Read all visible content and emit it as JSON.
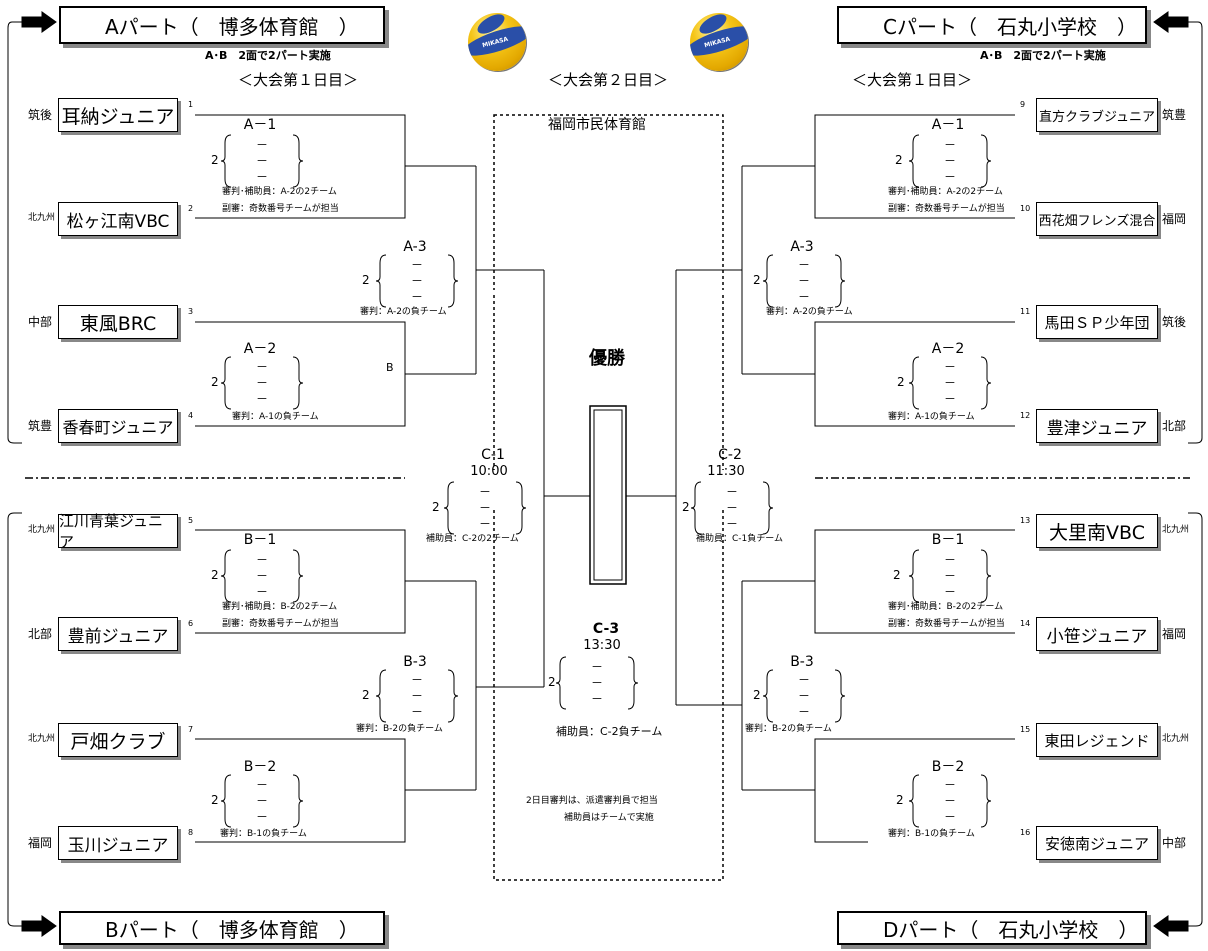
{
  "parts": {
    "A": {
      "label": "Aパート（　博多体育館　）"
    },
    "B": {
      "label": "Bパート（　博多体育館　）"
    },
    "C": {
      "label": "Cパート（　石丸小学校　）"
    },
    "D": {
      "label": "Dパート（　石丸小学校　）"
    }
  },
  "notes": {
    "ab_two_courts": "A･B　2面で2パート実施",
    "cd_two_courts": "A･B　2面で2パート実施",
    "day1_left": "＜大会第１日目＞",
    "day1_right": "＜大会第１日目＞",
    "day2": "＜大会第２日目＞",
    "venue_day2": "福岡市民体育館",
    "champion": "優勝",
    "day2_ref_1": "2日目審判は、派遣審判員で担当",
    "day2_ref_2": "補助員はチームで実施",
    "b_mark": "B"
  },
  "ball": {
    "logo": "MIKASA"
  },
  "teams": [
    {
      "num": "1",
      "pref": "筑後",
      "name": "耳納ジュニア"
    },
    {
      "num": "2",
      "pref": "北九州",
      "name": "松ヶ江南VBC"
    },
    {
      "num": "3",
      "pref": "中部",
      "name": "東風BRC"
    },
    {
      "num": "4",
      "pref": "筑豊",
      "name": "香春町ジュニア"
    },
    {
      "num": "5",
      "pref": "北九州",
      "name": "江川青葉ジュニア"
    },
    {
      "num": "6",
      "pref": "北部",
      "name": "豊前ジュニア"
    },
    {
      "num": "7",
      "pref": "北九州",
      "name": "戸畑クラブ"
    },
    {
      "num": "8",
      "pref": "福岡",
      "name": "玉川ジュニア"
    },
    {
      "num": "9",
      "pref": "筑豊",
      "name": "直方クラブジュニア"
    },
    {
      "num": "10",
      "pref": "福岡",
      "name": "西花畑フレンズ混合"
    },
    {
      "num": "11",
      "pref": "筑後",
      "name": "馬田ＳＰ少年団"
    },
    {
      "num": "12",
      "pref": "北部",
      "name": "豊津ジュニア"
    },
    {
      "num": "13",
      "pref": "北九州",
      "name": "大里南VBC"
    },
    {
      "num": "14",
      "pref": "福岡",
      "name": "小笹ジュニア"
    },
    {
      "num": "15",
      "pref": "北九州",
      "name": "東田レジェンド"
    },
    {
      "num": "16",
      "pref": "中部",
      "name": "安徳南ジュニア"
    }
  ],
  "matches": [
    {
      "id": "A1",
      "label": "A－1",
      "sets": "2",
      "dash": "－",
      "ref1": "審判･補助員：A-2の2チーム",
      "ref2": "副審：奇数番号チームが担当"
    },
    {
      "id": "A2",
      "label": "A－2",
      "sets": "2",
      "dash": "－",
      "ref1": "審判：A-1の負チーム"
    },
    {
      "id": "A3",
      "label": "A-3",
      "sets": "2",
      "dash": "－",
      "ref1": "審判：A-2の負チーム"
    },
    {
      "id": "B1",
      "label": "B－1",
      "sets": "2",
      "dash": "－",
      "ref1": "審判･補助員：B-2の2チーム",
      "ref2": "副審：奇数番号チームが担当"
    },
    {
      "id": "B2",
      "label": "B－2",
      "sets": "2",
      "dash": "－",
      "ref1": "審判：B-1の負チーム"
    },
    {
      "id": "B3",
      "label": "B-3",
      "sets": "2",
      "dash": "－",
      "ref1": "審判：B-2の負チーム"
    },
    {
      "id": "CA1",
      "label": "A－1",
      "sets": "2",
      "dash": "－",
      "ref1": "審判･補助員：A-2の2チーム",
      "ref2": "副審：奇数番号チームが担当"
    },
    {
      "id": "CA2",
      "label": "A－2",
      "sets": "2",
      "dash": "－",
      "ref1": "審判：A-1の負チーム"
    },
    {
      "id": "CA3",
      "label": "A-3",
      "sets": "2",
      "dash": "－",
      "ref1": "審判：A-2の負チーム"
    },
    {
      "id": "DB1",
      "label": "B－1",
      "sets": "2",
      "dash": "－",
      "ref1": "審判･補助員：B-2の2チーム",
      "ref2": "副審：奇数番号チームが担当"
    },
    {
      "id": "DB2",
      "label": "B－2",
      "sets": "2",
      "dash": "－",
      "ref1": "審判：B-1の負チーム"
    },
    {
      "id": "DB3",
      "label": "B-3",
      "sets": "2",
      "dash": "－",
      "ref1": "審判：B-2の負チーム"
    },
    {
      "id": "C1",
      "label": "C-1",
      "time": "10:00",
      "sets": "2",
      "dash": "－",
      "ref1": "補助員：C-2の2チーム"
    },
    {
      "id": "C2",
      "label": "C-2",
      "time": "11:30",
      "sets": "2",
      "dash": "－",
      "ref1": "補助員：C-1負チーム"
    },
    {
      "id": "C3",
      "label": "C-3",
      "time": "13:30",
      "sets": "2",
      "dash": "－",
      "ref1": "補助員：C-2負チーム"
    }
  ]
}
